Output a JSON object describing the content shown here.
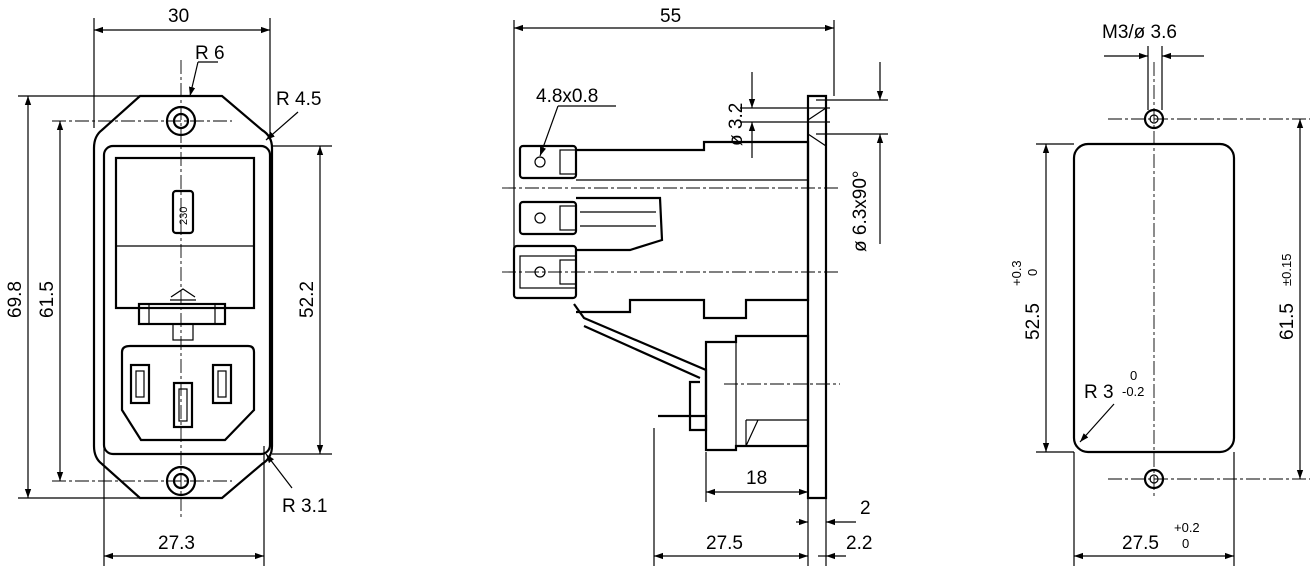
{
  "front": {
    "width_top": "30",
    "radius_top": "R 6",
    "radius_corner": "R 4.5",
    "height_overall": "69.8",
    "height_holes": "61.5",
    "height_body": "52.2",
    "voltage": "230",
    "radius_bottom": "R 3.1",
    "width_bottom": "27.3"
  },
  "side": {
    "length": "55",
    "tab": "4.8x0.8",
    "dia_small": "ø 3.2",
    "countersink": "ø 6.3x90°",
    "depth_18": "18",
    "thick_2": "2",
    "depth_27": "27.5",
    "thick_22": "2.2"
  },
  "cutout": {
    "screw": "M3/ø 3.6",
    "height": "52.5",
    "height_tol_up": "+0.3",
    "height_tol_low": "0",
    "holes": "61.5",
    "holes_tol": "±0.15",
    "radius": "R 3",
    "radius_tol_up": "0",
    "radius_tol_low": "-0.2",
    "width": "27.5",
    "width_tol_up": "+0.2",
    "width_tol_low": "0"
  }
}
